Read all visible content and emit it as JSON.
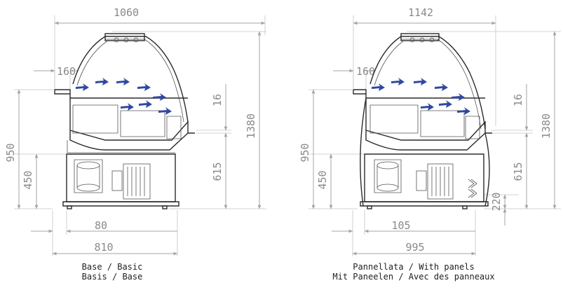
{
  "colors": {
    "dimension": "#8a8a8a",
    "outline": "#2b2b2b",
    "airflow": "#2f49a0",
    "background": "#ffffff"
  },
  "left_unit": {
    "dimensions": {
      "width_top": "1060",
      "glass_offset": "160",
      "total_height": "1380",
      "counter_height": "950",
      "base_height": "450",
      "gap": "16",
      "shelf_height": "615",
      "foot_inset": "80",
      "base_depth": "810"
    },
    "caption_line1": "Base / Basic",
    "caption_line2": "Basis  / Base"
  },
  "right_unit": {
    "dimensions": {
      "width_top": "1142",
      "glass_offset": "160",
      "total_height": "1380",
      "counter_height": "950",
      "base_height": "450",
      "gap": "16",
      "shelf_height": "615",
      "panel_height": "220",
      "foot_inset": "105",
      "base_depth": "995"
    },
    "caption_line1": "Pannellata / With panels",
    "caption_line2": "Mit Paneelen / Avec des panneaux"
  }
}
